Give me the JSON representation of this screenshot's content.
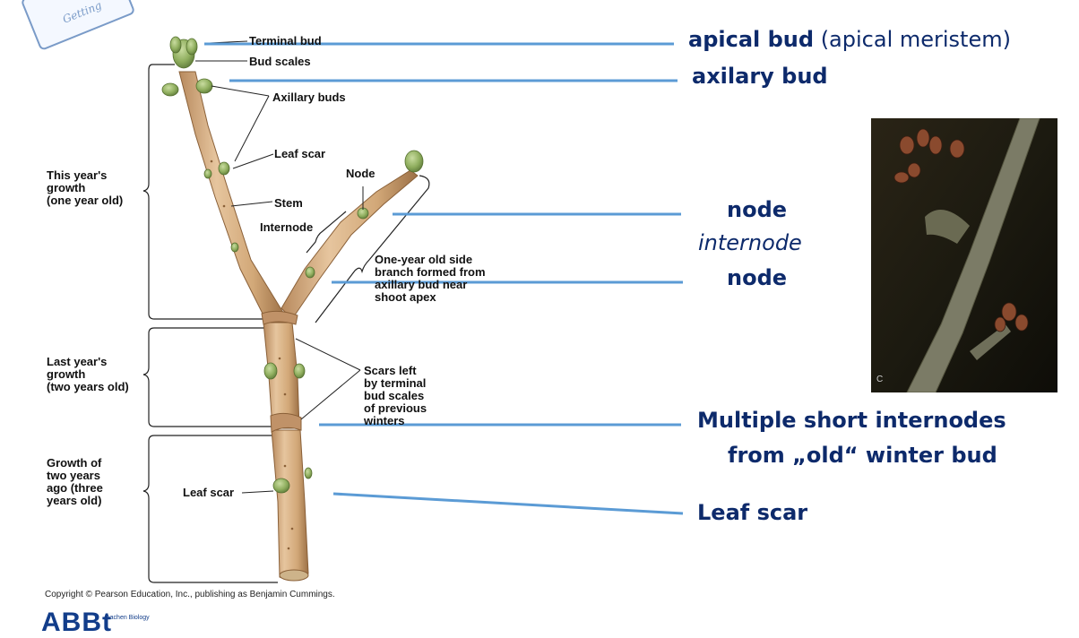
{
  "badge": {
    "text": "Getting"
  },
  "diagram": {
    "labels": {
      "terminal_bud": "Terminal bud",
      "bud_scales": "Bud scales",
      "axillary_buds": "Axillary buds",
      "leaf_scar_upper": "Leaf scar",
      "node": "Node",
      "stem": "Stem",
      "internode": "Internode",
      "side_branch": "One-year old side\nbranch formed from\naxillary bud near\nshoot apex",
      "scars": "Scars left\nby terminal\nbud scales\nof previous\nwinters",
      "leaf_scar_lower": "Leaf scar"
    },
    "brackets": {
      "this_year": "This year's\ngrowth\n(one year old)",
      "last_year": "Last year's\ngrowth\n(two years old)",
      "two_years_ago": "Growth of\ntwo years\nago (three\nyears old)"
    },
    "copyright": "Copyright © Pearson Education, Inc., publishing as Benjamin Cummings."
  },
  "annotations": {
    "apical_bold": "apical bud",
    "apical_rest": " (apical meristem)",
    "axilary": "axilary bud",
    "node1": "node",
    "internode": "internode",
    "node2": "node",
    "multiple_line1": "Multiple short internodes",
    "multiple_line2": "from „old“ winter bud",
    "leaf_scar": "Leaf scar"
  },
  "photo": {
    "letter": "C"
  },
  "logo": {
    "text": "ABBt",
    "sub": "Aachen Biology"
  },
  "colors": {
    "annotation_text": "#0d2a6b",
    "pointer_line": "#5b9bd5",
    "stem": "#d9b48a"
  }
}
